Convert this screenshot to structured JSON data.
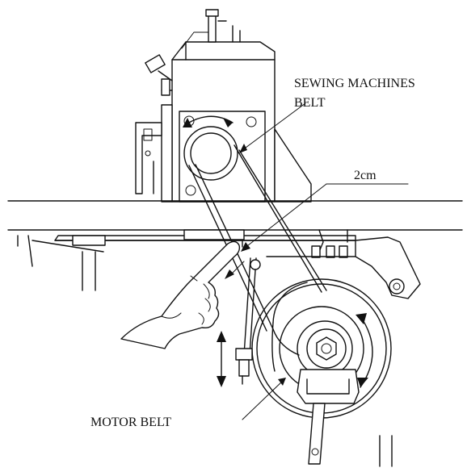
{
  "labels": {
    "sewing_machines": "SEWING MACHINES",
    "belt": "BELT",
    "gap": "2cm",
    "motor_belt": "MOTOR BELT"
  }
}
